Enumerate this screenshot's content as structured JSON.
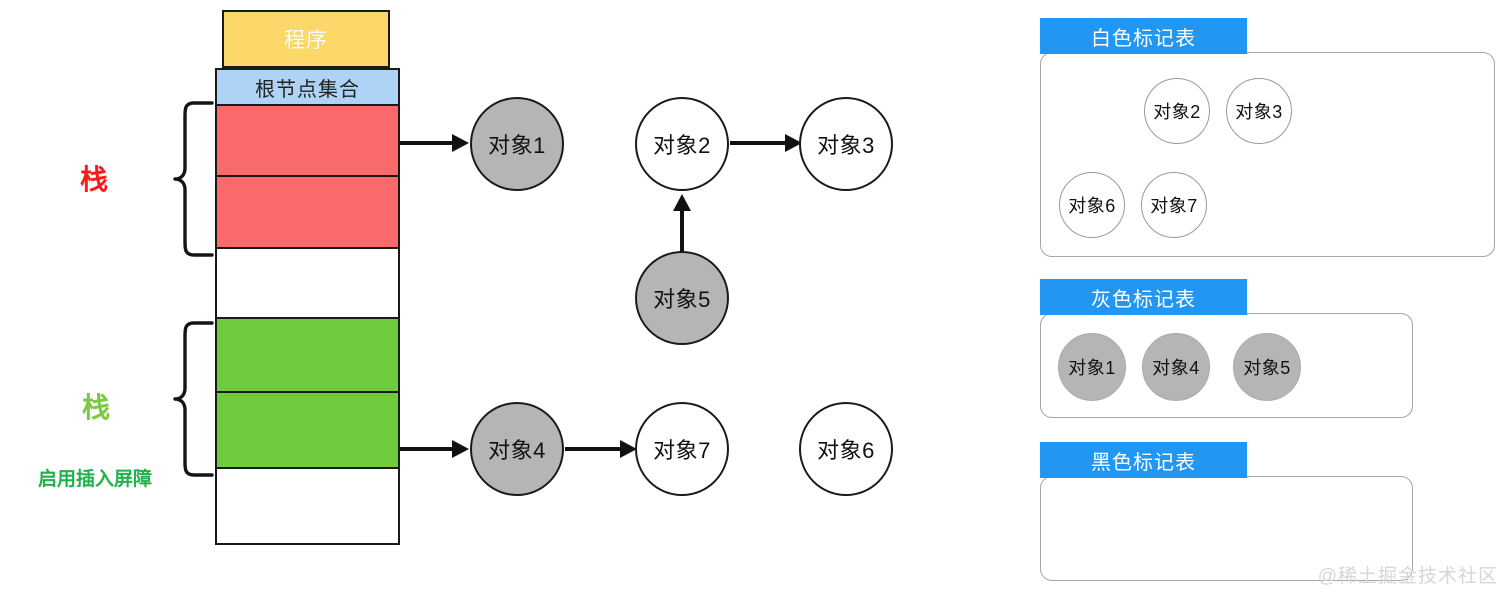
{
  "left": {
    "program_label": "程序",
    "root_set_label": "根节点集合",
    "stack_red_label": "栈",
    "stack_green_label": "栈",
    "barrier_label": "启用插入屏障",
    "colors": {
      "program_fill": "#fcd86a",
      "root_fill": "#aed3f4",
      "red_fill": "#fb6a6a",
      "green_fill": "#6dcb3c",
      "stack_red_text": "#ff1a1a",
      "stack_green_text": "#7ac943",
      "barrier_text": "#22b14c"
    }
  },
  "graph": {
    "nodes": [
      {
        "id": "obj1",
        "label": "对象1",
        "state": "gray"
      },
      {
        "id": "obj2",
        "label": "对象2",
        "state": "white"
      },
      {
        "id": "obj3",
        "label": "对象3",
        "state": "white"
      },
      {
        "id": "obj5",
        "label": "对象5",
        "state": "gray"
      },
      {
        "id": "obj4",
        "label": "对象4",
        "state": "gray"
      },
      {
        "id": "obj7",
        "label": "对象7",
        "state": "white"
      },
      {
        "id": "obj6",
        "label": "对象6",
        "state": "white"
      }
    ],
    "edges": [
      {
        "from": "root-set",
        "to": "obj1"
      },
      {
        "from": "obj2",
        "to": "obj3"
      },
      {
        "from": "obj5",
        "to": "obj2"
      },
      {
        "from": "root-set",
        "to": "obj4"
      },
      {
        "from": "obj4",
        "to": "obj7"
      }
    ]
  },
  "panels": [
    {
      "id": "white-table",
      "title": "白色标记表",
      "items": [
        {
          "label": "对象2",
          "state": "white"
        },
        {
          "label": "对象3",
          "state": "white"
        },
        {
          "label": "对象6",
          "state": "white"
        },
        {
          "label": "对象7",
          "state": "white"
        }
      ]
    },
    {
      "id": "gray-table",
      "title": "灰色标记表",
      "items": [
        {
          "label": "对象1",
          "state": "gray"
        },
        {
          "label": "对象4",
          "state": "gray"
        },
        {
          "label": "对象5",
          "state": "gray"
        }
      ]
    },
    {
      "id": "black-table",
      "title": "黑色标记表",
      "items": []
    }
  ],
  "watermark": "@稀土掘金技术社区",
  "accent_color": "#2196f3"
}
